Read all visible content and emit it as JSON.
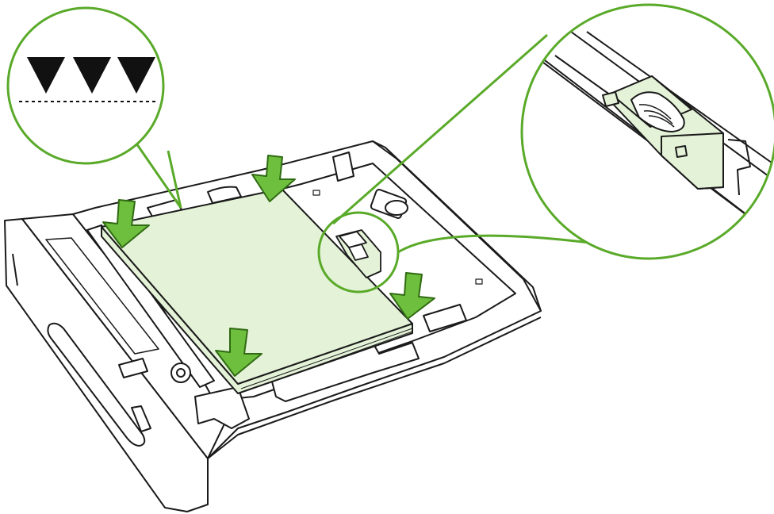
{
  "illustration": {
    "subject": "paper-tray-loading",
    "colors": {
      "callout": "#5aaa2a",
      "paper": "#e4f2d8",
      "arrow_fill": "#6fbf3f",
      "arrow_stroke": "#2f6b12",
      "line": "#1a1a1a",
      "tray": "#ffffff"
    },
    "callouts": [
      {
        "name": "fill-limit-callout",
        "content": "triangle-fill-marks"
      },
      {
        "name": "guide-tab-callout",
        "content": "paper-guide-latch"
      }
    ],
    "load_arrows": 4,
    "fill_limit_marks": 3
  }
}
